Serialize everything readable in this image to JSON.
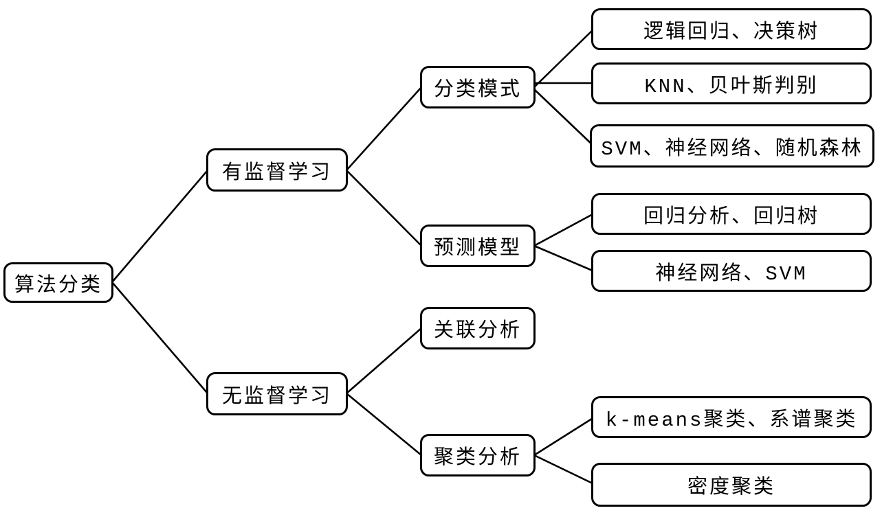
{
  "diagram": {
    "type": "tree",
    "root": {
      "label": "算法分类"
    },
    "branches": [
      {
        "label": "有监督学习",
        "children": [
          {
            "label": "分类模式",
            "leaves": [
              "逻辑回归、决策树",
              "KNN、贝叶斯判别",
              "SVM、神经网络、随机森林"
            ]
          },
          {
            "label": "预测模型",
            "leaves": [
              "回归分析、回归树",
              "神经网络、SVM"
            ]
          }
        ]
      },
      {
        "label": "无监督学习",
        "children": [
          {
            "label": "关联分析",
            "leaves": []
          },
          {
            "label": "聚类分析",
            "leaves": [
              "k-means聚类、系谱聚类",
              "密度聚类"
            ]
          }
        ]
      }
    ],
    "colors": {
      "background": "#ffffff",
      "node_border": "#000000",
      "connector": "#000000",
      "text": "#000000"
    }
  }
}
